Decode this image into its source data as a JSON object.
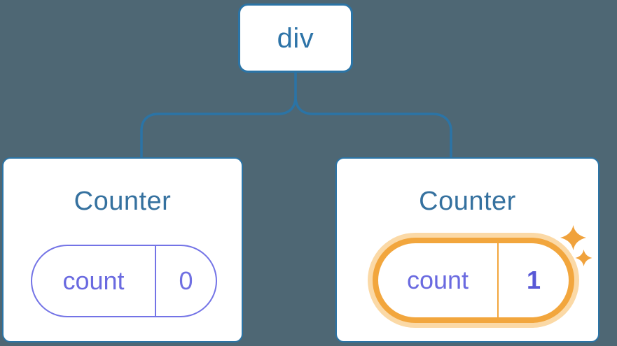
{
  "diagram": {
    "root": {
      "label": "div"
    },
    "children": [
      {
        "title": "Counter",
        "state": {
          "key": "count",
          "value": "0"
        },
        "highlighted": false
      },
      {
        "title": "Counter",
        "state": {
          "key": "count",
          "value": "1"
        },
        "highlighted": true
      }
    ]
  },
  "colors": {
    "background": "#4e6774",
    "line_blue": "#2b74a6",
    "node_text_blue": "#2e74a8",
    "card_title_blue": "#35719f",
    "pill_border_purple": "#7373e6",
    "pill_text_purple": "#6a6ae0",
    "pill_value_bold_purple": "#5858d6",
    "highlight_orange": "#f2a63d",
    "highlight_glow_orange": "#fbd9a6",
    "card_background": "#ffffff"
  }
}
